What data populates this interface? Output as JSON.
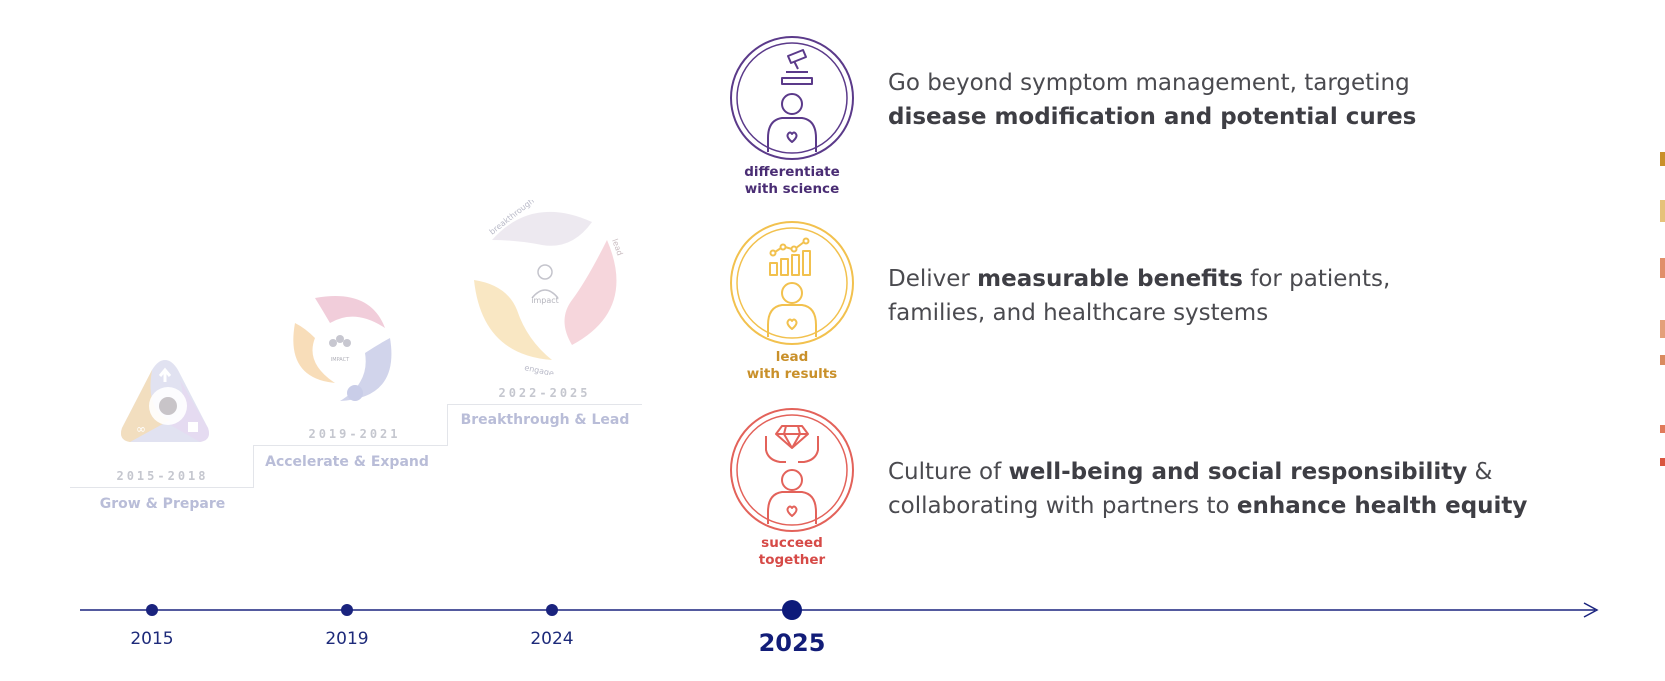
{
  "phases": [
    {
      "years": "2015-2018",
      "name": "Grow & Prepare"
    },
    {
      "years": "2019-2021",
      "name": "Accelerate & Expand",
      "icon_labels": {
        "center": "IMPACT"
      }
    },
    {
      "years": "2022-2025",
      "name": "Breakthrough & Lead",
      "icon_labels": {
        "top": "breakthrough",
        "right": "lead",
        "bottom": "engage",
        "center": "impact"
      }
    }
  ],
  "pillars": [
    {
      "caption_line1": "differentiate",
      "caption_line2": "with science",
      "color": "#5b3a8a",
      "statement": {
        "part1": "Go beyond symptom management, targeting",
        "bold1": "disease modification and potential cures"
      }
    },
    {
      "caption_line1": "lead",
      "caption_line2": "with results",
      "color": "#f2c14e",
      "statement": {
        "part1": "Deliver ",
        "bold1": "measurable benefits",
        "part2": " for patients,",
        "part3": "families, and healthcare systems"
      }
    },
    {
      "caption_line1": "succeed",
      "caption_line2": "together",
      "color": "#e3625a",
      "statement": {
        "part1": "Culture of ",
        "bold1": "well-being and social responsibility",
        "part2": " &",
        "part3": "collaborating with partners to ",
        "bold2": "enhance health equity"
      }
    }
  ],
  "timeline": {
    "points": [
      "2015",
      "2019",
      "2024"
    ],
    "current": "2025",
    "color": "#1a237e"
  }
}
